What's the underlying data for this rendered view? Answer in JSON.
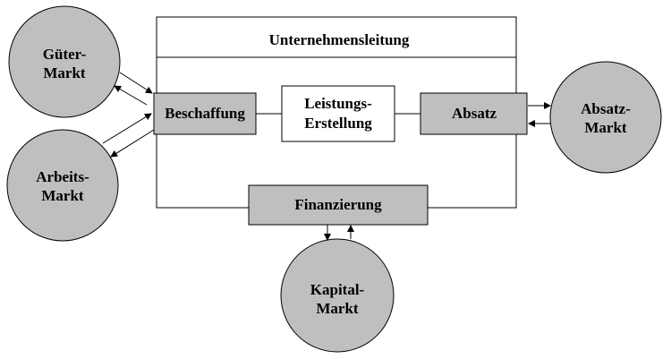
{
  "diagram": {
    "colors": {
      "circle_fill": "#bfbfbf",
      "box_fill": "#bfbfbf",
      "inner_box_fill": "#ffffff",
      "line": "#000000"
    },
    "management": {
      "label": "Unternehmensleitung"
    },
    "functions": {
      "procurement": {
        "label": "Beschaffung"
      },
      "production": {
        "line1": "Leistungs-",
        "line2": "Erstellung"
      },
      "sales": {
        "label": "Absatz"
      },
      "financing": {
        "label": "Finanzierung"
      }
    },
    "markets": {
      "goods": {
        "line1": "Güter-",
        "line2": "Markt"
      },
      "labor": {
        "line1": "Arbeits-",
        "line2": "Markt"
      },
      "sales": {
        "line1": "Absatz-",
        "line2": "Markt"
      },
      "capital": {
        "line1": "Kapital-",
        "line2": "Markt"
      }
    }
  }
}
